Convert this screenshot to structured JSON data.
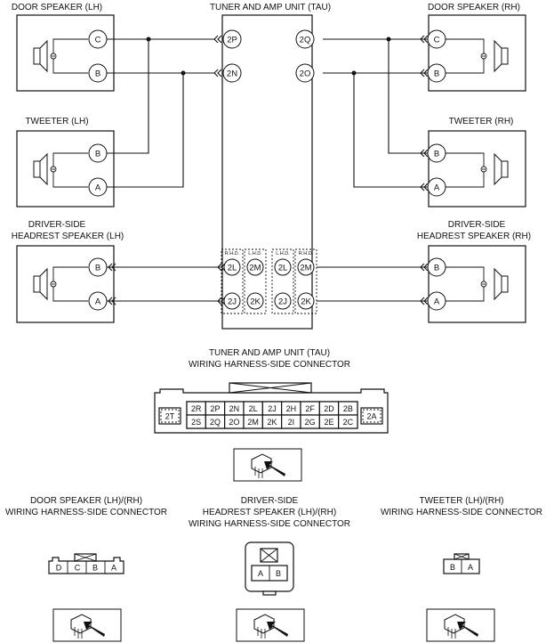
{
  "titles": {
    "door_lh": "DOOR SPEAKER (LH)",
    "tau": "TUNER AND AMP UNIT (TAU)",
    "door_rh": "DOOR SPEAKER (RH)",
    "tweeter_lh": "TWEETER (LH)",
    "tweeter_rh": "TWEETER (RH)",
    "headrest_lh_1": "DRIVER-SIDE",
    "headrest_lh_2": "HEADREST SPEAKER (LH)",
    "headrest_rh_1": "DRIVER-SIDE",
    "headrest_rh_2": "HEADREST SPEAKER (RH)"
  },
  "pins": {
    "door_lh": [
      "C",
      "B"
    ],
    "door_rh": [
      "C",
      "B"
    ],
    "tweeter_lh": [
      "B",
      "A"
    ],
    "tweeter_rh": [
      "B",
      "A"
    ],
    "headrest_lh": [
      "B",
      "A"
    ],
    "headrest_rh": [
      "B",
      "A"
    ]
  },
  "tau_pins": {
    "upper_left": [
      "2P",
      "2N"
    ],
    "upper_right": [
      "2Q",
      "2O"
    ],
    "rhd_left": [
      "2L",
      "2J"
    ],
    "lhd_left": [
      "2M",
      "2K"
    ],
    "lhd_right": [
      "2L",
      "2J"
    ],
    "rhd_right": [
      "2M",
      "2K"
    ],
    "rhd_tag": "R.H.D.",
    "lhd_tag": "L.H.D."
  },
  "tau_connector": {
    "title_1": "TUNER AND AMP UNIT (TAU)",
    "title_2": "WIRING HARNESS-SIDE CONNECTOR",
    "left_tag": "2T",
    "right_tag": "2A",
    "row1": [
      "2R",
      "2P",
      "2N",
      "2L",
      "2J",
      "2H",
      "2F",
      "2D",
      "2B"
    ],
    "row2": [
      "2S",
      "2Q",
      "2O",
      "2M",
      "2K",
      "2I",
      "2G",
      "2E",
      "2C"
    ]
  },
  "door_connector": {
    "title_1": "DOOR SPEAKER (LH)/(RH)",
    "title_2": "WIRING HARNESS-SIDE CONNECTOR",
    "cells": [
      "D",
      "C",
      "B",
      "A"
    ]
  },
  "headrest_connector": {
    "title_1": "DRIVER-SIDE",
    "title_2": "HEADREST SPEAKER (LH)/(RH)",
    "title_3": "WIRING HARNESS-SIDE CONNECTOR",
    "cells": [
      "A",
      "B"
    ]
  },
  "tweeter_connector": {
    "title_1": "TWEETER (LH)/(RH)",
    "title_2": "WIRING HARNESS-SIDE CONNECTOR",
    "cells": [
      "B",
      "A"
    ]
  }
}
